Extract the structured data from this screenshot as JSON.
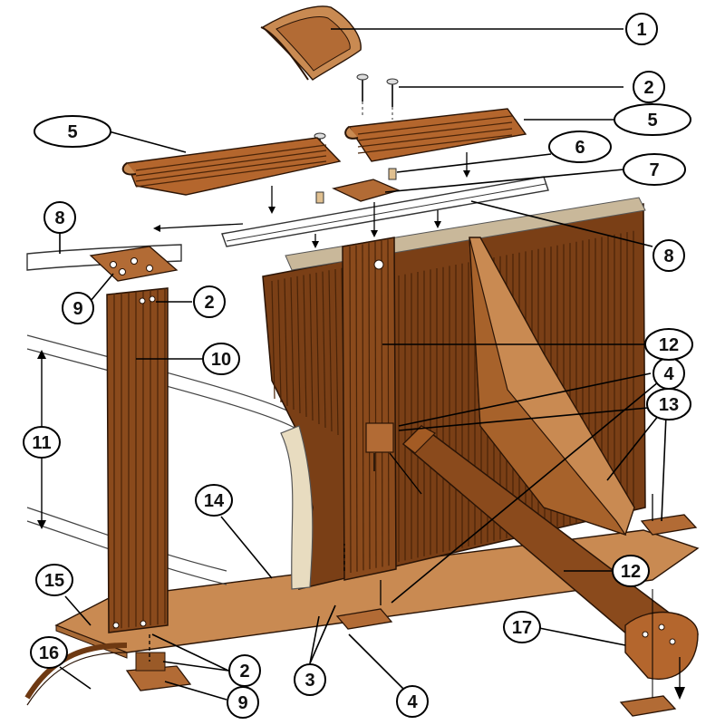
{
  "callouts": [
    {
      "id": "c1",
      "label": "1"
    },
    {
      "id": "c2a",
      "label": "2"
    },
    {
      "id": "c2b",
      "label": "2"
    },
    {
      "id": "c2c",
      "label": "2"
    },
    {
      "id": "c3",
      "label": "3"
    },
    {
      "id": "c4a",
      "label": "4"
    },
    {
      "id": "c4b",
      "label": "4"
    },
    {
      "id": "c5a",
      "label": "5"
    },
    {
      "id": "c5b",
      "label": "5"
    },
    {
      "id": "c6",
      "label": "6"
    },
    {
      "id": "c7",
      "label": "7"
    },
    {
      "id": "c8a",
      "label": "8"
    },
    {
      "id": "c8b",
      "label": "8"
    },
    {
      "id": "c9a",
      "label": "9"
    },
    {
      "id": "c9b",
      "label": "9"
    },
    {
      "id": "c10",
      "label": "10"
    },
    {
      "id": "c11",
      "label": "11"
    },
    {
      "id": "c12a",
      "label": "12"
    },
    {
      "id": "c12b",
      "label": "12"
    },
    {
      "id": "c13",
      "label": "13"
    },
    {
      "id": "c14",
      "label": "14"
    },
    {
      "id": "c15",
      "label": "15"
    },
    {
      "id": "c16",
      "label": "16"
    },
    {
      "id": "c17",
      "label": "17"
    }
  ],
  "colors": {
    "wood": "#8a4a1c",
    "wood_dark": "#6e3912",
    "wood_light": "#b4662d",
    "plate": "#b26b35",
    "outline": "#000000"
  }
}
